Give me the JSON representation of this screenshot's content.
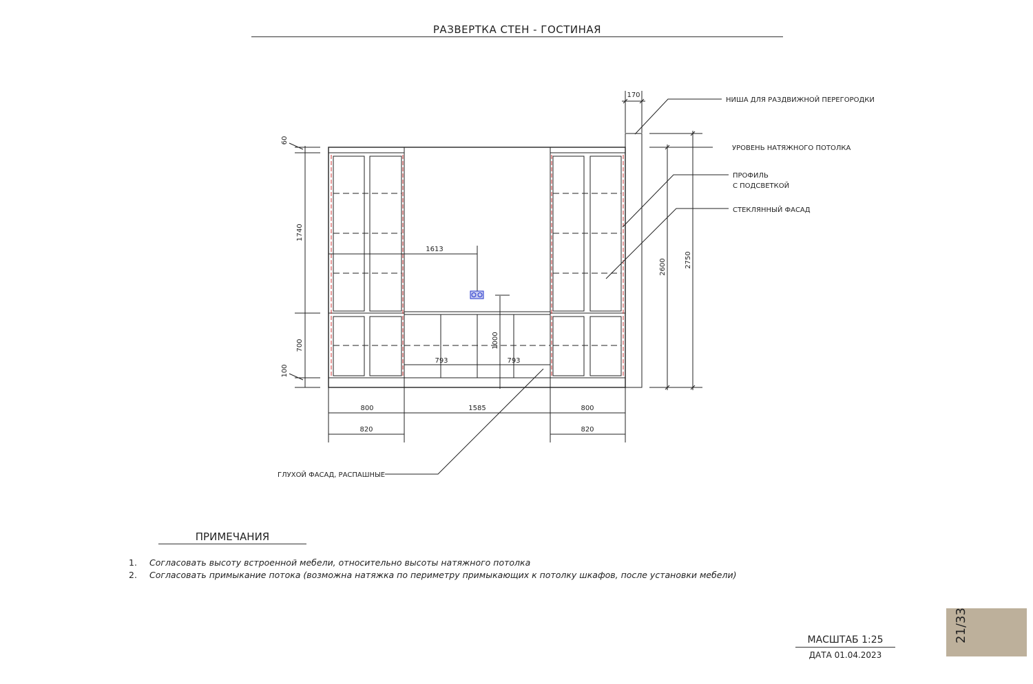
{
  "sheet": {
    "title": "РАЗВЕРТКА СТЕН - ГОСТИНАЯ",
    "scale": "МАСШТАБ 1:25",
    "date": "ДАТА 01.04.2023",
    "page": "21/33"
  },
  "callouts": {
    "niche": "НИША ДЛЯ РАЗДВИЖНОЙ ПЕРЕГОРОДКИ",
    "ceiling": "УРОВЕНЬ НАТЯЖНОГО ПОТОЛКА",
    "profile_line1": "ПРОФИЛЬ",
    "profile_line2": "С ПОДСВЕТКОЙ",
    "glass": "СТЕКЛЯННЫЙ ФАСАД",
    "blind": "ГЛУХОЙ ФАСАД, РАСПАШНЫЕ"
  },
  "dimensions": {
    "niche_width": "170",
    "top_gap": "60",
    "upper_height": "1740",
    "lower_height": "700",
    "plinth": "100",
    "outlet_offset": "1613",
    "outlet_height": "1000",
    "lower_half_left": "793",
    "lower_half_right": "793",
    "ceiling_height": "2600",
    "total_height": "2750",
    "left_module": "800",
    "center_module": "1585",
    "right_module": "800",
    "left_outer": "820",
    "right_outer": "820"
  },
  "notes": {
    "title": "ПРИМЕЧАНИЯ",
    "items": [
      {
        "num": "1.",
        "text": "Согласовать высоту встроенной мебели, относительно высоты натяжного потолка"
      },
      {
        "num": "2.",
        "text": "Согласовать примыкание потока (возможна натяжка по периметру примыкающих к потолку шкафов, после установки мебели)"
      }
    ]
  },
  "colors": {
    "line": "#222222",
    "profile": "#cc3333",
    "outlet": "#2233cc",
    "page_box": "#bdb09b"
  }
}
